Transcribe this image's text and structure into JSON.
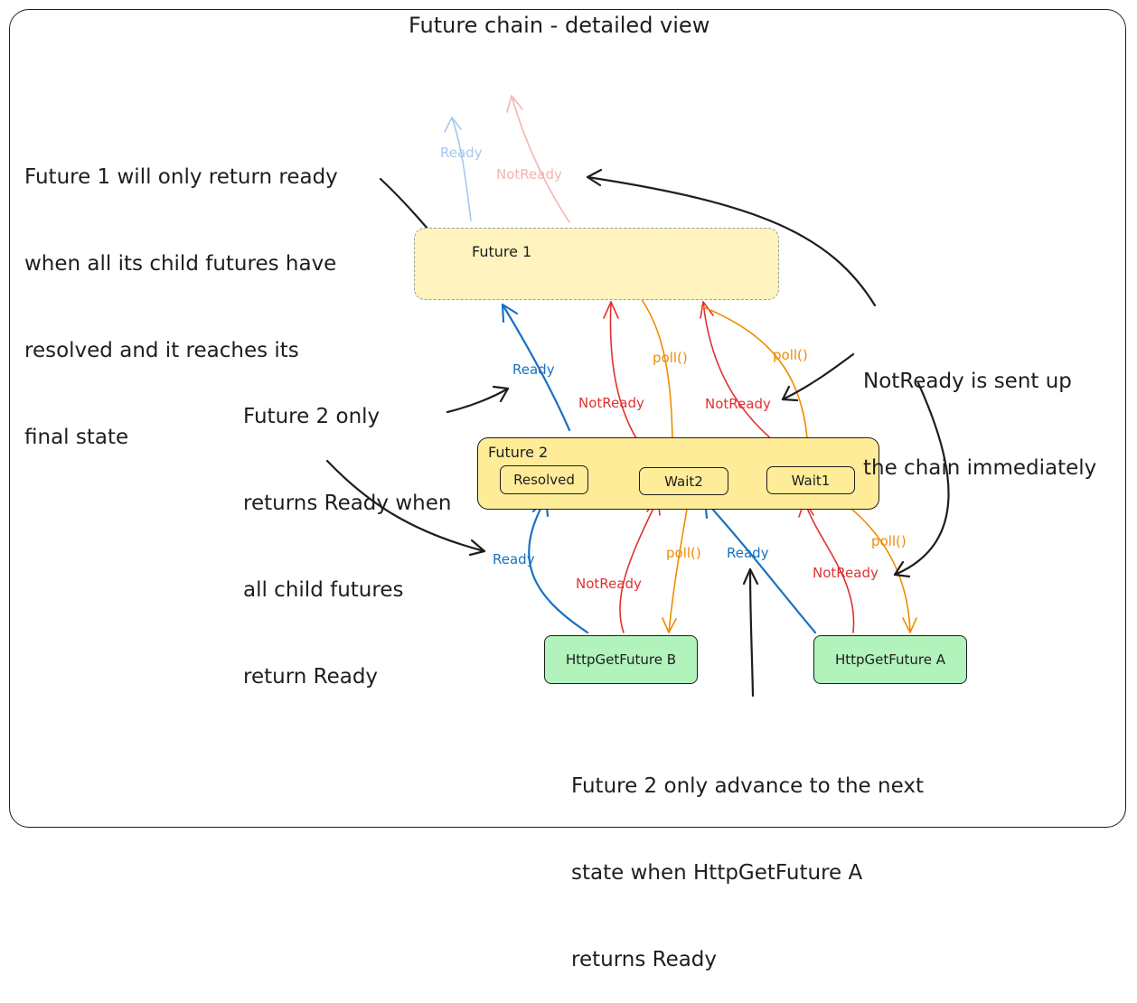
{
  "title": "Future chain - detailed view",
  "colors": {
    "ready": "#1971c2",
    "not_ready": "#e03131",
    "poll": "#f08c00",
    "ink": "#1e1e1e",
    "future1_fill": "#fff3bf",
    "future2_fill": "#ffec99",
    "http_fill": "#b2f2bb"
  },
  "nodes": {
    "future1": "Future 1",
    "future2": "Future 2",
    "resolved": "Resolved",
    "wait2": "Wait2",
    "wait1": "Wait1",
    "http_b": "HttpGetFuture B",
    "http_a": "HttpGetFuture A"
  },
  "edge_labels": {
    "top_ready": "Ready",
    "top_not_ready": "NotReady",
    "f2_ready": "Ready",
    "w2_not_ready": "NotReady",
    "w2_poll": "poll()",
    "w1_not_ready": "NotReady",
    "w1_poll": "poll()",
    "b_ready": "Ready",
    "b_not_ready": "NotReady",
    "b_poll": "poll()",
    "a_ready": "Ready",
    "a_not_ready": "NotReady",
    "a_poll": "poll()"
  },
  "notes": {
    "future1": [
      "Future 1 will only return ready",
      "when all its child futures have",
      "resolved and it reaches its",
      "final state"
    ],
    "future2": [
      "Future 2 only",
      "returns Ready when",
      "all child futures",
      "return Ready"
    ],
    "not_ready": [
      "NotReady is sent up",
      "the chain immediately"
    ],
    "advance": [
      "Future 2 only advance to the next",
      "state when HttpGetFuture A",
      "returns Ready"
    ]
  }
}
